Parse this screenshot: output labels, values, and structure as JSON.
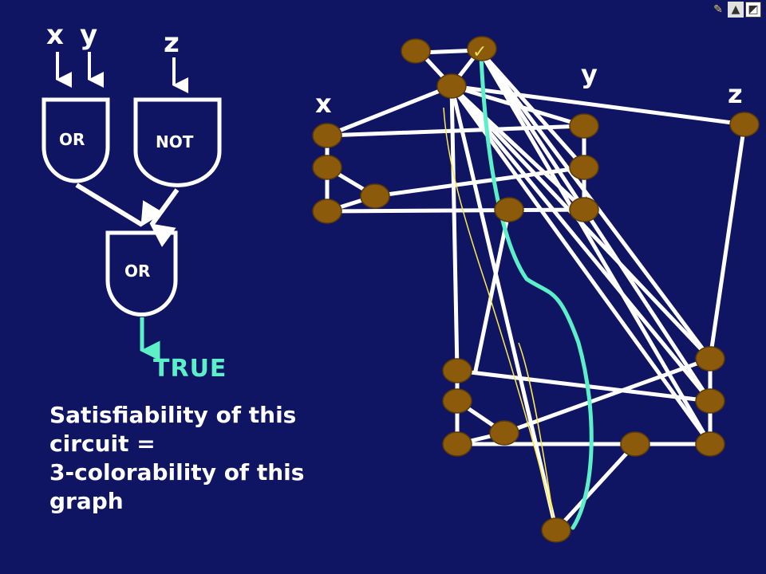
{
  "circuit": {
    "inputs": [
      "x",
      "y",
      "z"
    ],
    "gate_or_top": "OR",
    "gate_not": "NOT",
    "gate_or_bottom": "OR",
    "output": "TRUE"
  },
  "graph": {
    "label_x": "x",
    "label_y": "y",
    "label_z": "z",
    "check_mark": "✓"
  },
  "caption": {
    "line1": "Satisfiability of this",
    "line2": "circuit =",
    "line3": "3-colorability of this",
    "line4": "graph"
  },
  "colors": {
    "background": "#0f1563",
    "node": "#8b5a0a",
    "edge": "#ffffff",
    "highlight_path": "#5cf0c8",
    "thin_path": "#ffe94a"
  },
  "nav_icons": [
    "pencil-icon",
    "mountain-icon",
    "screen-icon"
  ]
}
